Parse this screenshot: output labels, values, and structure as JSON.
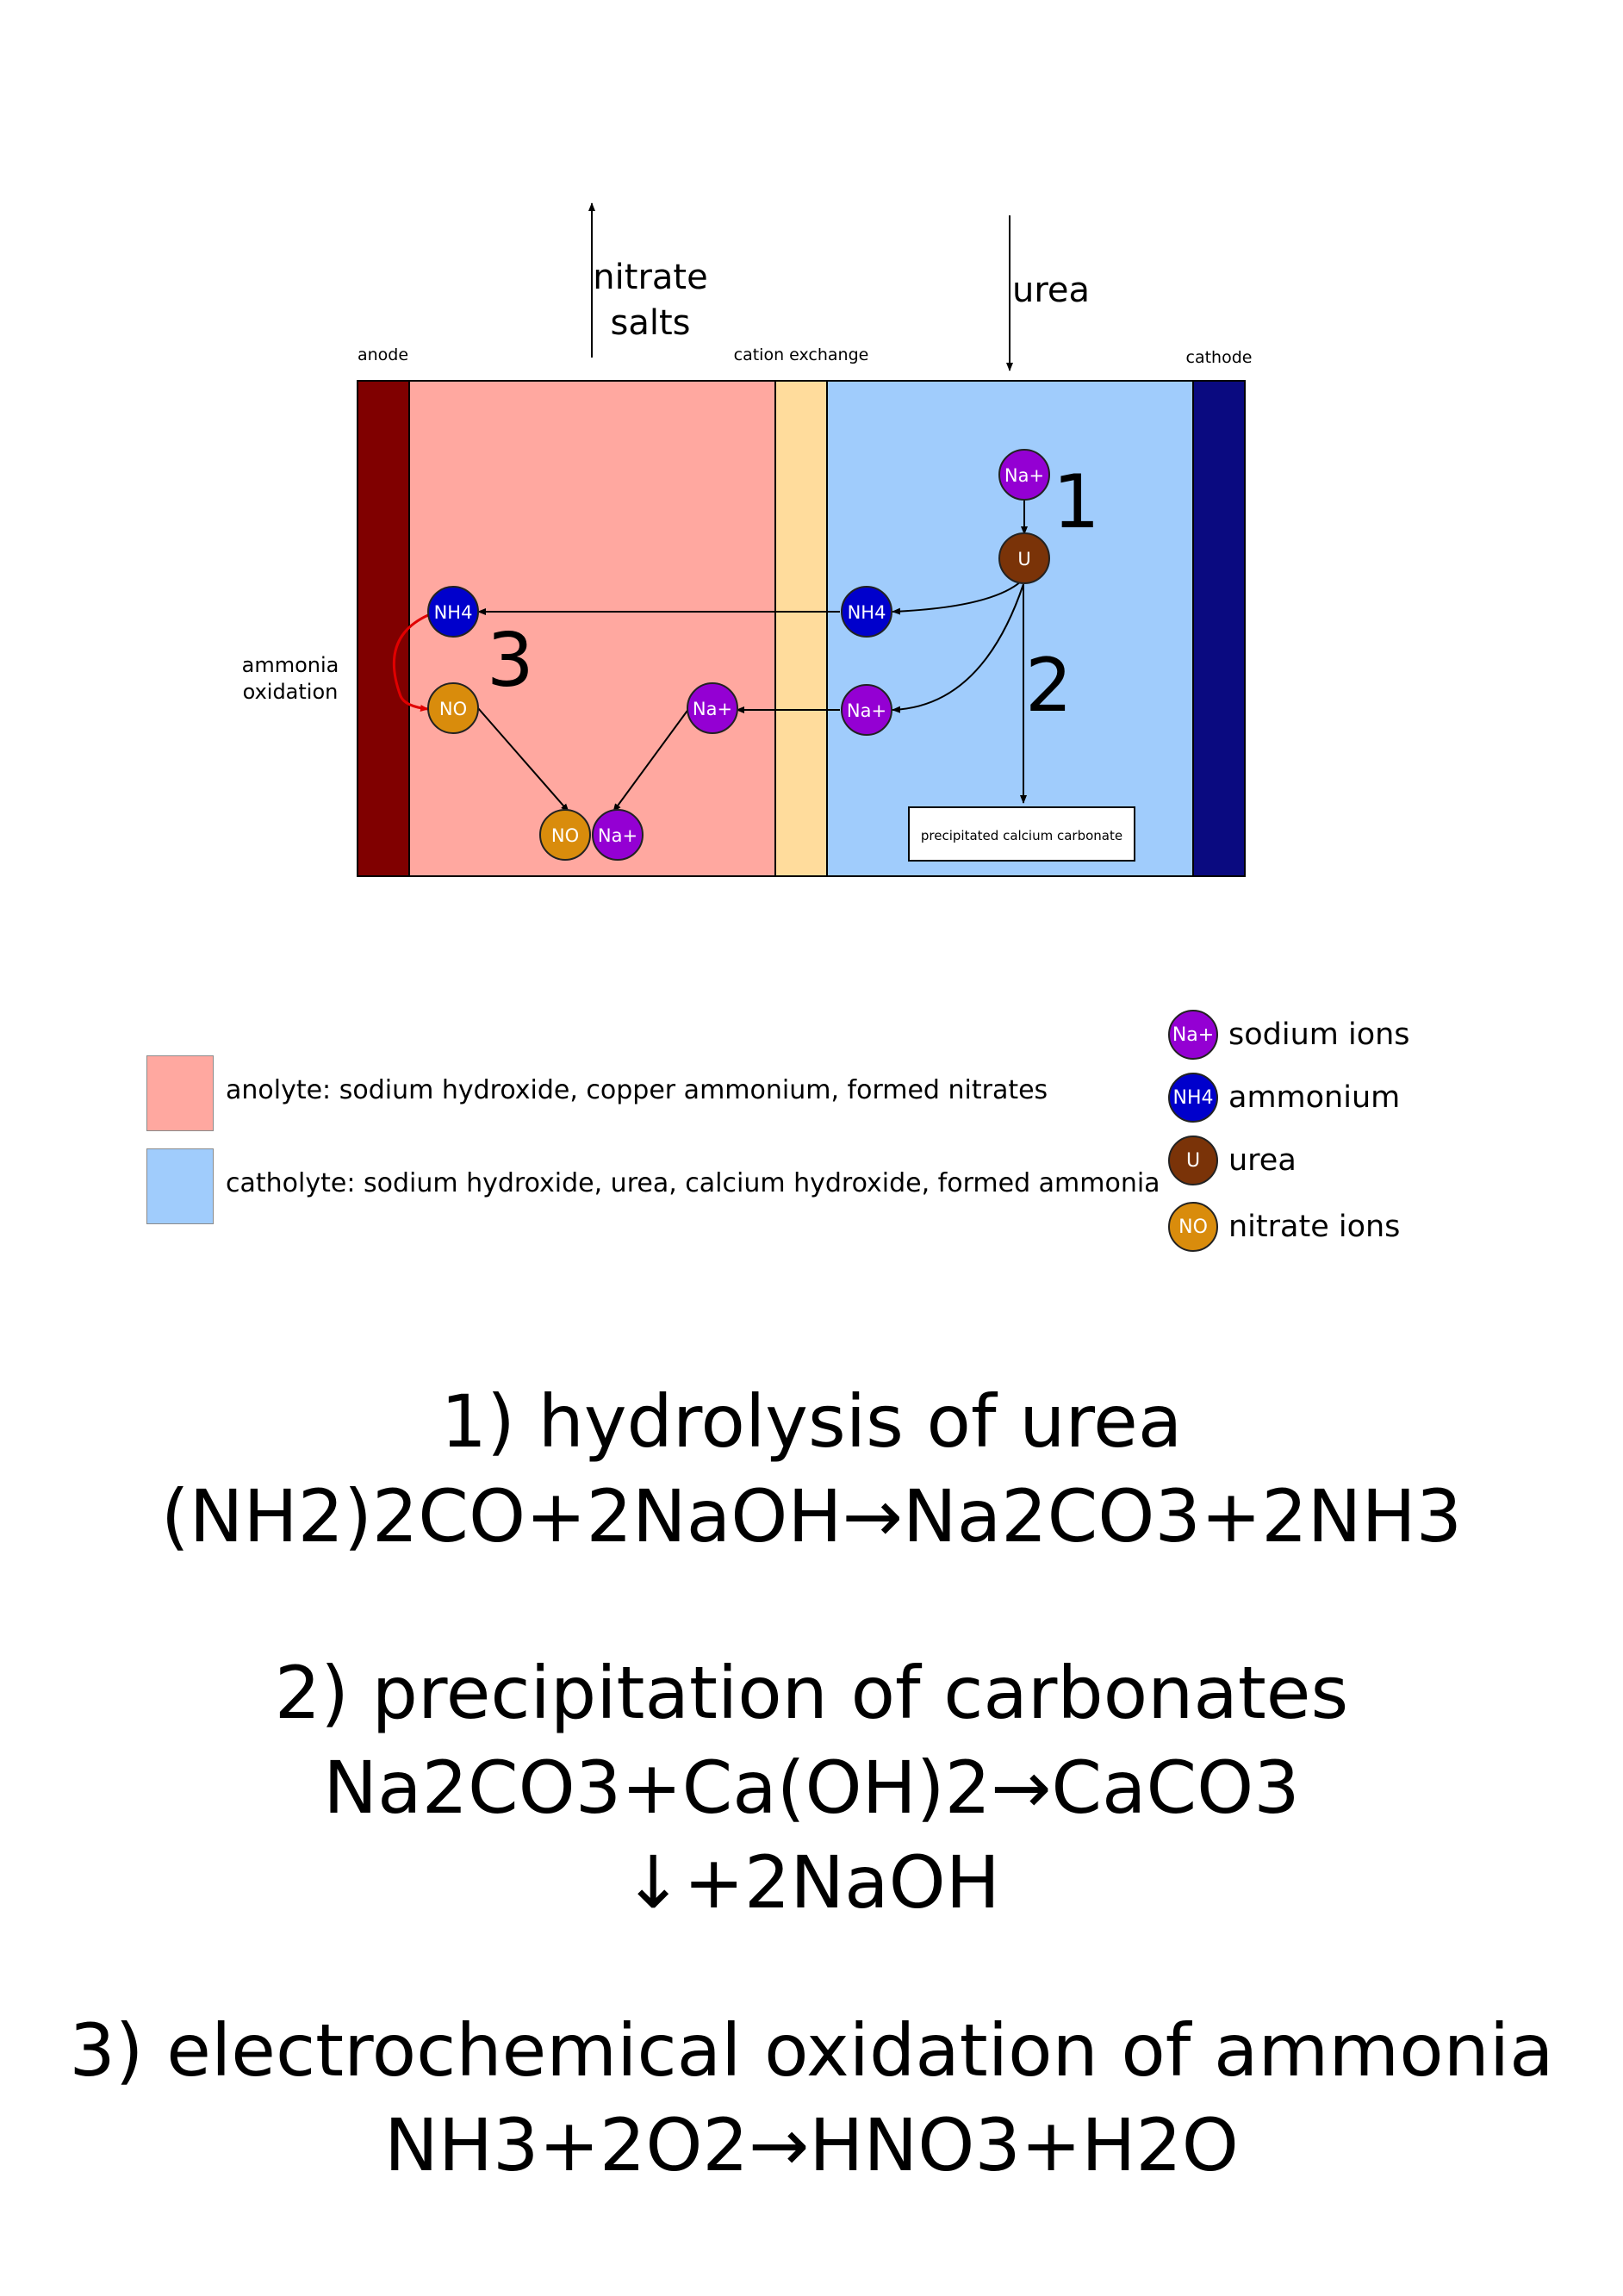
{
  "labels": {
    "anode": "anode",
    "cathode": "cathode",
    "membrane": "cation exchange",
    "nitrate_salts_line1": "nitrate",
    "nitrate_salts_line2": "salts",
    "urea_in": "urea",
    "ammonia_oxidation_line1": "ammonia",
    "ammonia_oxidation_line2": "oxidation",
    "precipitate_box": "precipitated calcium carbonate",
    "step1": "1",
    "step2": "2",
    "step3": "3"
  },
  "ions": {
    "na": "Na+",
    "nh4": "NH4",
    "urea": "U",
    "no": "NO"
  },
  "legend": {
    "anolyte": "anolyte: sodium hydroxide, copper ammonium, formed nitrates",
    "catholyte": "catholyte: sodium hydroxide, urea, calcium hydroxide, formed ammonia",
    "ions": [
      {
        "symbol": "Na+",
        "name": "sodium ions"
      },
      {
        "symbol": "NH4",
        "name": "ammonium"
      },
      {
        "symbol": "U",
        "name": "urea"
      },
      {
        "symbol": "NO",
        "name": "nitrate ions"
      }
    ]
  },
  "equations": [
    {
      "title": "1) hydrolysis of urea",
      "lines": [
        "(NH2)2CO+2NaOH→Na2CO3+2NH3"
      ]
    },
    {
      "title": "2) precipitation of carbonates",
      "lines": [
        "Na2CO3+Ca(OH)2→CaCO3",
        "↓+2NaOH"
      ]
    },
    {
      "title": "3) electrochemical oxidation of ammonia",
      "lines": [
        "NH3+2O2→HNO3+H2O"
      ]
    }
  ],
  "colors": {
    "anode": "#800000",
    "cathode": "#000080",
    "anolyte": "#ffa8a0",
    "catholyte": "#a0ccfc",
    "membrane": "#ffdc9c",
    "sodium": "#9400d3",
    "ammonium": "#0000cc",
    "urea": "#7a3308",
    "nitrate": "#d98c0c",
    "red_arrow": "#e00000"
  }
}
